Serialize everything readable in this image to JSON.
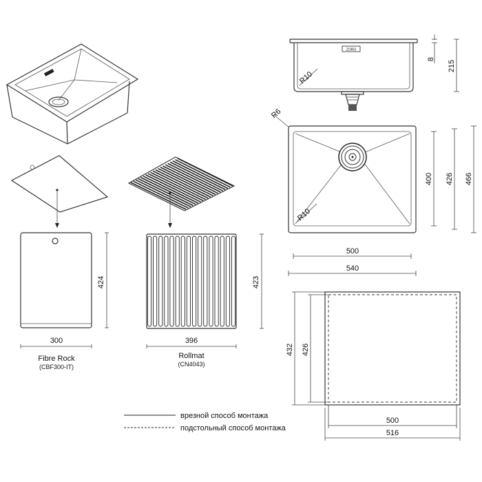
{
  "sink_section": {
    "corner_radius": "R10",
    "rim_height": "8",
    "total_height": "215",
    "logo_text": "ZORG"
  },
  "sink_top": {
    "corner_radius_outer": "R6",
    "corner_radius_inner": "R10",
    "inner_depth": "400",
    "mid_depth": "426",
    "outer_depth": "466",
    "inner_width": "500",
    "outer_width": "540"
  },
  "cutout": {
    "height_outer": "432",
    "height_inner": "426",
    "width_inner": "500",
    "width_outer": "516"
  },
  "fibre_rock": {
    "name": "Fibre Rock",
    "code": "(CBF300-IT)",
    "width": "300",
    "height": "424"
  },
  "rollmat": {
    "name": "Rollmat",
    "code": "(CN4043)",
    "width": "396",
    "height": "423"
  },
  "legend": {
    "solid": "врезной способ монтажа",
    "dashed": "подстольный способ монтажа"
  }
}
